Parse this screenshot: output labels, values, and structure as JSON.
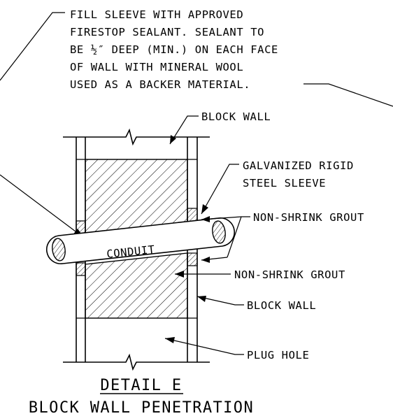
{
  "notes": {
    "firestop": [
      "FILL SLEEVE WITH APPROVED",
      "FIRESTOP SEALANT.  SEALANT TO",
      "BE ½″ DEEP (MIN.) ON EACH FACE",
      "OF WALL WITH MINERAL WOOL",
      "USED AS A BACKER MATERIAL."
    ],
    "block_wall_top": "BLOCK WALL",
    "sleeve": [
      "GALVANIZED RIGID",
      "STEEL SLEEVE"
    ],
    "grout_upper": "NON-SHRINK GROUT",
    "grout_lower": "NON-SHRINK GROUT",
    "block_wall_bottom": "BLOCK WALL",
    "plug_hole": "PLUG HOLE",
    "conduit": "CONDUIT"
  },
  "title": {
    "detail": "DETAIL E",
    "subtitle": "BLOCK WALL PENETRATION"
  }
}
